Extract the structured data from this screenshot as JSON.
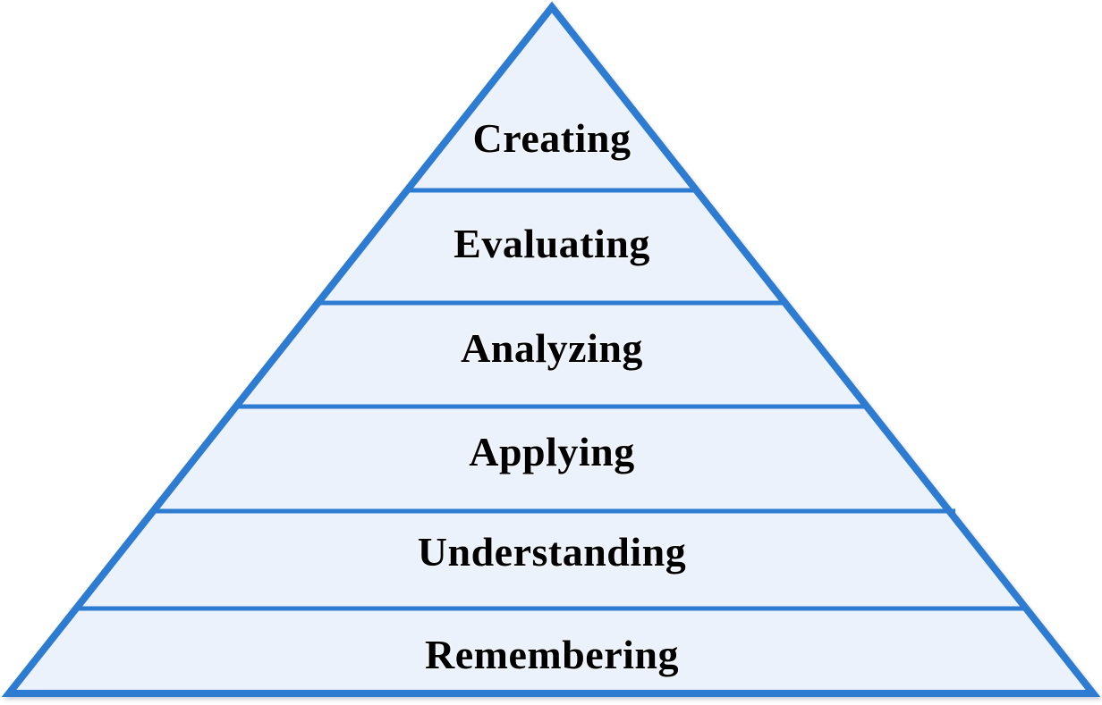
{
  "diagram": {
    "type": "pyramid",
    "levels": [
      {
        "label": "Creating"
      },
      {
        "label": "Evaluating"
      },
      {
        "label": "Analyzing"
      },
      {
        "label": "Applying"
      },
      {
        "label": "Understanding"
      },
      {
        "label": "Remembering"
      }
    ],
    "colors": {
      "border": "#2e7cd2",
      "fill": "#ecf2fb",
      "text": "#000000",
      "background": "#ffffff"
    }
  }
}
